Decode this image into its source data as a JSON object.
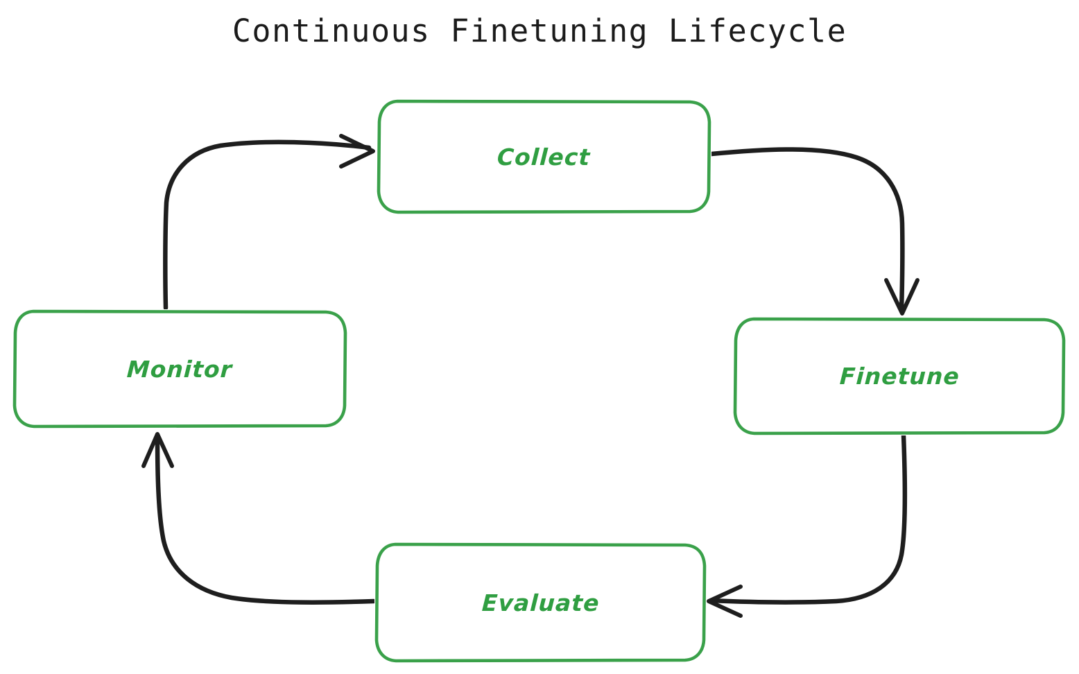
{
  "diagram": {
    "title": "Continuous Finetuning Lifecycle",
    "style": "hand-drawn",
    "background": "#ffffff",
    "node_border_color": "#3aa14a",
    "node_text_color": "#2f9e41",
    "edge_color": "#1e1e1e",
    "title_color": "#1b1b1b",
    "nodes": [
      {
        "id": "collect",
        "label": "Collect"
      },
      {
        "id": "finetune",
        "label": "Finetune"
      },
      {
        "id": "evaluate",
        "label": "Evaluate"
      },
      {
        "id": "monitor",
        "label": "Monitor"
      }
    ],
    "edges": [
      {
        "id": "collect-to-finetune",
        "from": "Collect",
        "to": "Finetune",
        "label": ""
      },
      {
        "id": "finetune-to-evaluate",
        "from": "Finetune",
        "to": "Evaluate",
        "label": ""
      },
      {
        "id": "evaluate-to-monitor",
        "from": "Evaluate",
        "to": "Monitor",
        "label": ""
      },
      {
        "id": "monitor-to-collect",
        "from": "Monitor",
        "to": "Collect",
        "label": ""
      }
    ]
  }
}
